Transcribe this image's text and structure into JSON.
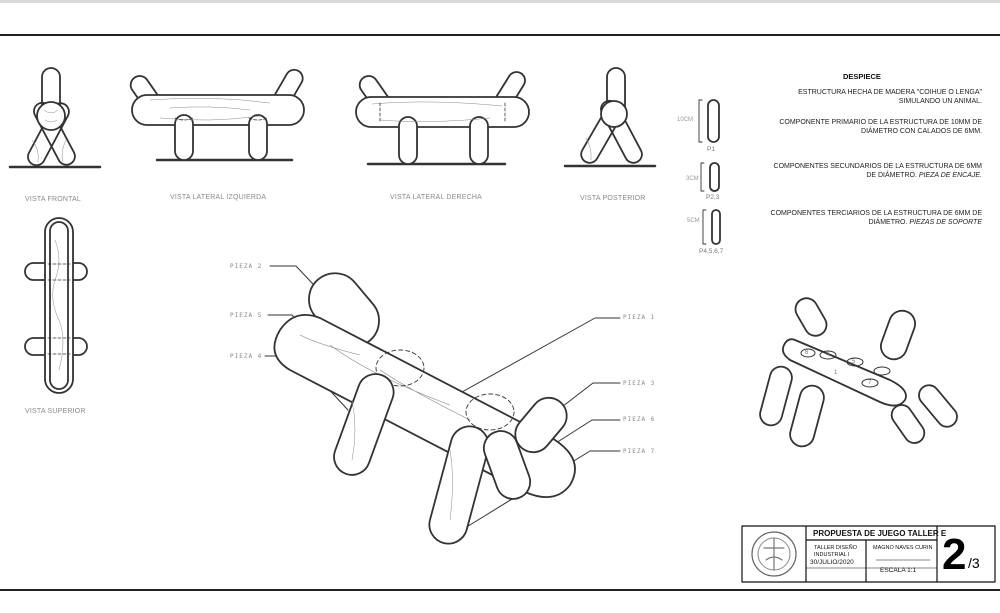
{
  "views": {
    "front": "VISTA FRONTAL",
    "left": "VISTA LATERAL IZQUIERDA",
    "right": "VISTA LATERAL DERECHA",
    "rear": "VISTA POSTERIOR",
    "top": "VISTA SUPERIOR"
  },
  "pieces": {
    "p2": "PIEZA 2",
    "p5": "PIEZA 5",
    "p4": "PIEZA 4",
    "p1": "PIEZA 1",
    "p3": "PIEZA 3",
    "p6": "PIEZA 6",
    "p7": "PIEZA 7"
  },
  "parts_list": {
    "dims": [
      "10CM",
      "3CM",
      "5CM"
    ],
    "ids": [
      "P1",
      "P2,3",
      "P4,5,6,7"
    ]
  },
  "despiece": {
    "title": "DESPIECE",
    "line1a": "ESTRUCTURA HECHA DE MADERA \"COIHUE O LENGA\"",
    "line1b": "SIMULANDO UN ANIMAL.",
    "line2a": "COMPONENTE PRIMARIO DE LA ESTRUCTURA DE 10MM DE",
    "line2b": "DIÁMETRO CON CALADOS DE 6MM.",
    "line3a": "COMPONENTES SECUNDARIOS DE LA ESTRUCTURA DE 6MM",
    "line3b": "DE DIÁMETRO.",
    "line3c": "PIEZA DE ENCAJE.",
    "line4a": "COMPONENTES TERCIARIOS DE LA ESTRUCTURA DE 6MM DE",
    "line4b": "DIÁMETRO.",
    "line4c": "PIEZAS DE SOPORTE"
  },
  "exploded_numbers": [
    "6",
    "4",
    "5",
    "7",
    "1"
  ],
  "title_block": {
    "title": "PROPUESTA DE JUEGO TALLER E",
    "course1": "TALLER DISEÑO",
    "course2": "INDUSTRIAL I",
    "date": "30/JULIO/2020",
    "author": "MAGNO NAVES CURIN",
    "scale": "ESCALA 1:1",
    "sheet": "2",
    "total": "/3"
  }
}
